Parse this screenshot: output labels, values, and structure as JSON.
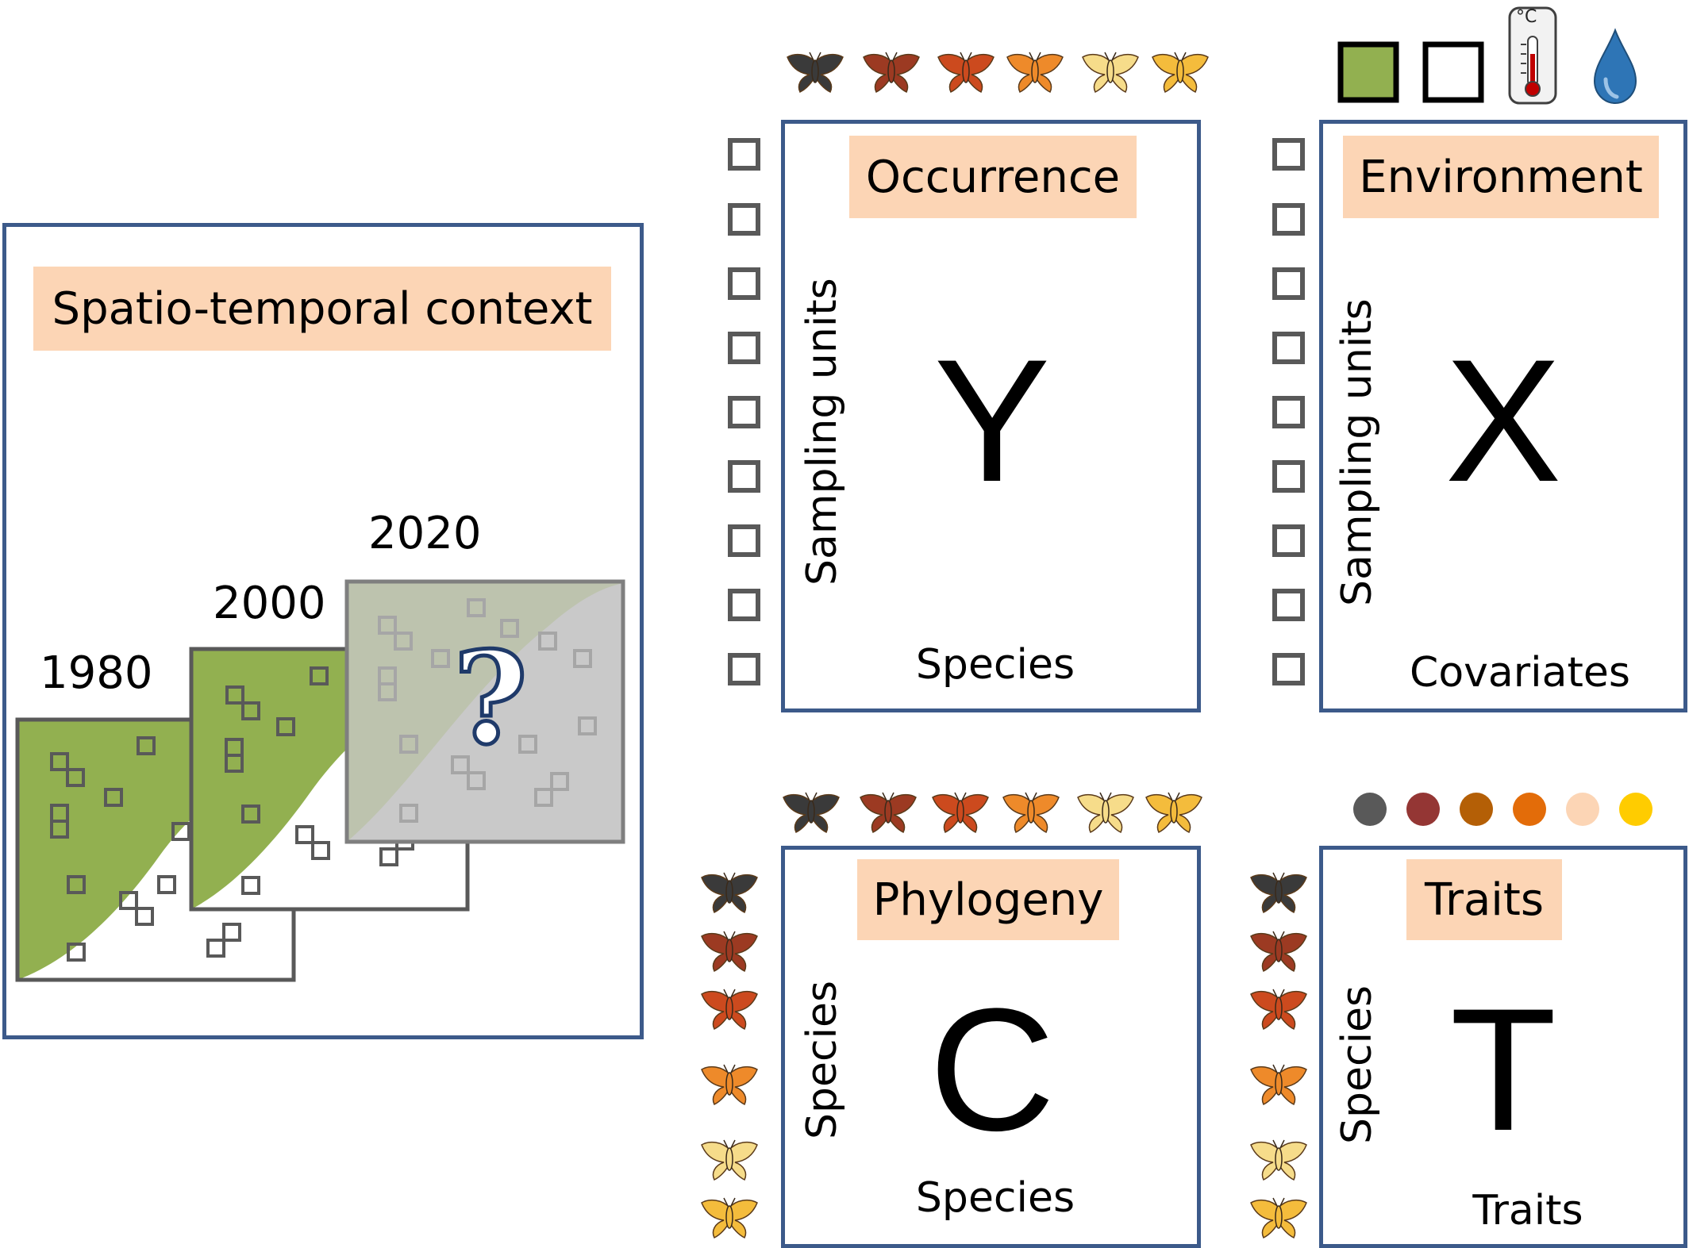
{
  "context": {
    "title": "Spatio-temporal context",
    "years": [
      "1980",
      "2000",
      "2020"
    ],
    "question_mark": "?"
  },
  "occurrence": {
    "title": "Occurrence",
    "letter": "Y",
    "row_label": "Sampling units",
    "col_label": "Species"
  },
  "environment": {
    "title": "Environment",
    "letter": "X",
    "row_label": "Sampling units",
    "col_label": "Covariates"
  },
  "phylogeny": {
    "title": "Phylogeny",
    "letter": "C",
    "row_label": "Species",
    "col_label": "Species"
  },
  "traits": {
    "title": "Traits",
    "letter": "T",
    "row_label": "Species",
    "col_label": "Traits"
  },
  "icons": {
    "moth_colors": [
      "#3a3a3a",
      "#9c3a22",
      "#cc4a1e",
      "#ee8a2a",
      "#f6dc8a",
      "#f4bc3c"
    ],
    "trait_dot_colors": [
      "#595959",
      "#943634",
      "#b45f06",
      "#e36c09",
      "#fcd5b5",
      "#ffcc00"
    ],
    "covariate_icons": [
      "green-habitat-square-icon",
      "white-habitat-square-icon",
      "thermometer-icon",
      "water-drop-icon"
    ],
    "thermometer_unit": "°C",
    "habitat_green": "#92b050",
    "frame_blue": "#3c5a8a",
    "tag_peach": "#fcd5b5"
  }
}
